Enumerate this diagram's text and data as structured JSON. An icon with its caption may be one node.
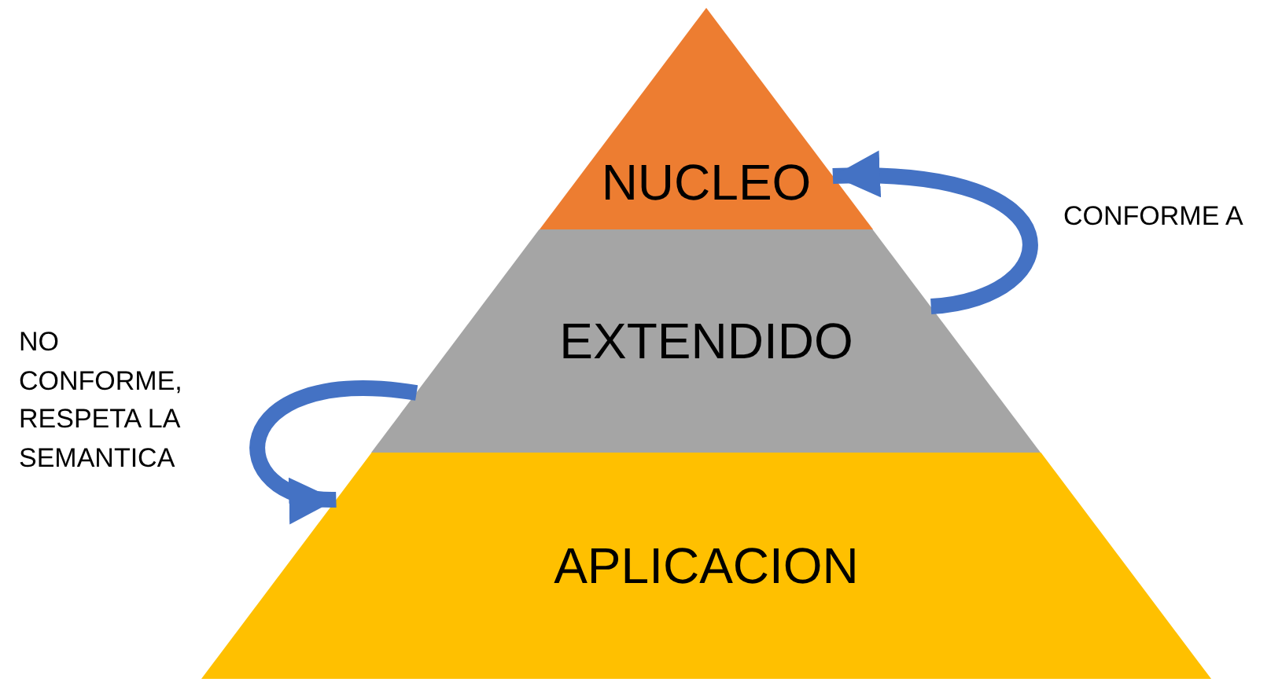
{
  "diagram": {
    "nodes": [
      {
        "text": [
          "NUCLEO"
        ]
      },
      {
        "text": [
          "EXTENDIDO"
        ]
      },
      {
        "text": [
          "APLICACION"
        ]
      }
    ],
    "edges": [
      {
        "from": 1,
        "to": 0,
        "arrow": "to",
        "label": "CONFORME A"
      },
      {
        "from": 1,
        "to": 2,
        "arrow": "to",
        "label": "NO CONFORME, RESPETA LA SEMANTICA"
      }
    ]
  }
}
